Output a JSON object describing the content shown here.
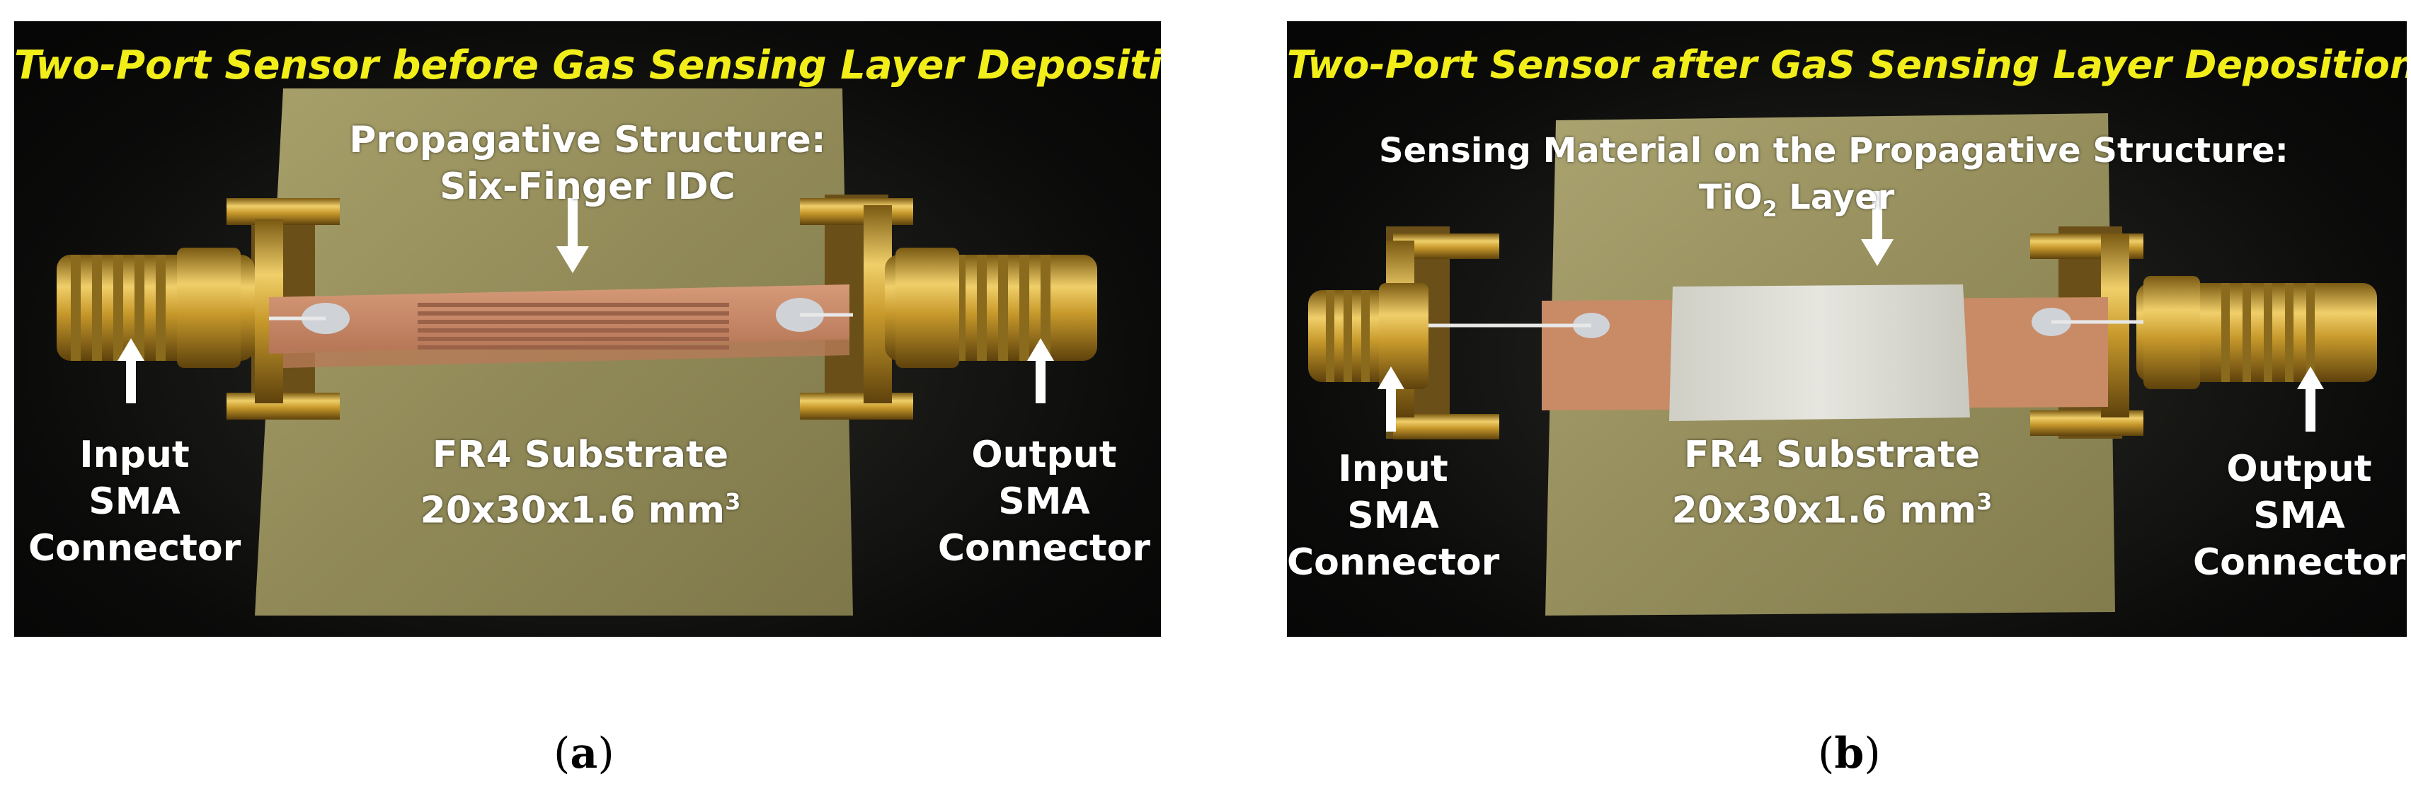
{
  "panel_a": {
    "title": "Two-Port Sensor before Gas Sensing Layer Deposition",
    "structure_line1": "Propagative Structure:",
    "structure_line2": "Six-Finger IDC",
    "input_line1": "Input",
    "input_line2": "SMA",
    "input_line3": "Connector",
    "output_line1": "Output",
    "output_line2": "SMA",
    "output_line3": "Connector",
    "substrate_line1": "FR4 Substrate",
    "substrate_line2_main": "20x30x1.6 mm",
    "substrate_line2_sup": "3",
    "caption_open": "(",
    "caption_letter": "a",
    "caption_close": ")"
  },
  "panel_b": {
    "title": "Two-Port Sensor after GaS Sensing Layer Deposition",
    "sensing_line1": "Sensing Material on the Propagative Structure:",
    "sensing_tio": "TiO",
    "sensing_sub": "2",
    "sensing_rest": " Layer",
    "input_line1": "Input",
    "input_line2": "SMA",
    "input_line3": "Connector",
    "output_line1": "Output",
    "output_line2": "SMA",
    "output_line3": "Connector",
    "substrate_line1": "FR4 Substrate",
    "substrate_line2_main": "20x30x1.6 mm",
    "substrate_line2_sup": "3",
    "caption_open": "(",
    "caption_letter": "b",
    "caption_close": ")"
  },
  "colors": {
    "title_yellow": "#f2ee1a",
    "substrate": "#9a9460",
    "copper": "#c98a66",
    "gold": "#c9a23c",
    "tio2_layer": "#dcdcd4"
  }
}
